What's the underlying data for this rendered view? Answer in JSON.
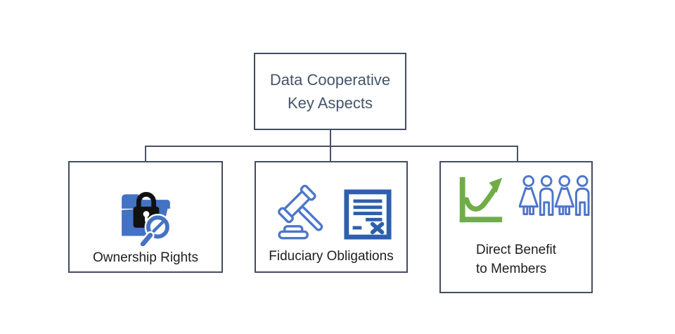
{
  "root": {
    "label": "Data Cooperative\nKey Aspects"
  },
  "nodes": [
    {
      "label": "Ownership Rights",
      "icons": [
        "folder-lock-magnifier-icon"
      ]
    },
    {
      "label": "Fiduciary Obligations",
      "icons": [
        "gavel-icon",
        "contract-document-icon"
      ]
    },
    {
      "label": "Direct Benefit\nto Members",
      "icons": [
        "growth-chart-icon",
        "members-group-icon"
      ]
    }
  ],
  "colors": {
    "box_border": "#434d5f",
    "connector": "#4a5264",
    "title_text": "#44546a",
    "label_text": "#1e1e1e",
    "icon_blue": "#4472c4",
    "icon_deep_blue": "#2e5fac",
    "icon_green": "#70ad47",
    "lock_black": "#111111",
    "background": "#ffffff"
  }
}
